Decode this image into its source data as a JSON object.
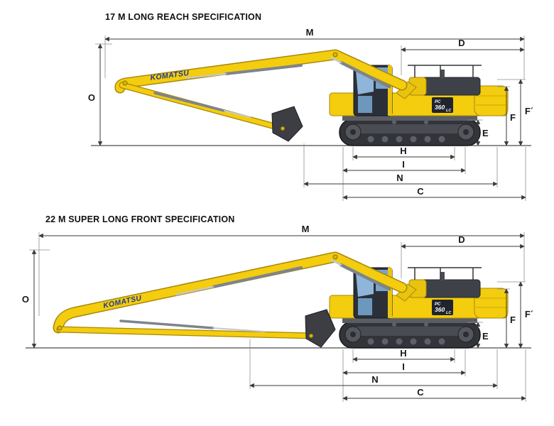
{
  "titles": {
    "spec17": "17 M LONG REACH SPECIFICATION",
    "spec22": "22 M SUPER LONG FRONT SPECIFICATION"
  },
  "machine": {
    "brand": "KOMATSU",
    "model_line1": "PC",
    "model_line2": "360",
    "model_line3": "LC"
  },
  "dims": {
    "M": "M",
    "D": "D",
    "O": "O",
    "F": "F",
    "F_prime": "F´",
    "E": "E",
    "H": "H",
    "I": "I",
    "N": "N",
    "C": "C"
  },
  "colors": {
    "body_yellow": "#F3CD0E",
    "machine_dark": "#3C3E44",
    "brand_blue": "#1D3A96",
    "dimension_line": "#3A3A3A",
    "background": "#FFFFFF"
  }
}
